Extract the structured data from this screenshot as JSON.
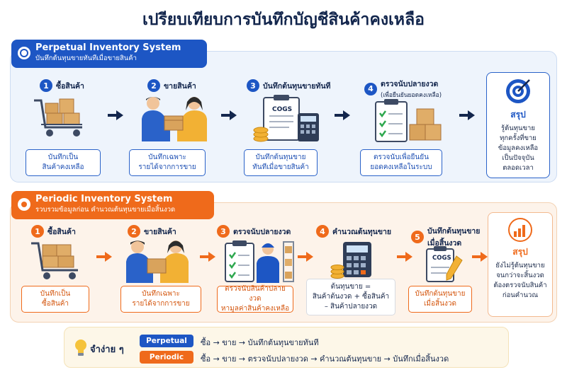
{
  "title": "เปรียบเทียบการบันทึกบัญชีสินค้าคงเหลือ",
  "perpetual": {
    "title": "Perpetual Inventory System",
    "subtitle": "บันทึกต้นทุนขายทันทีเมื่อขายสินค้า",
    "steps": [
      {
        "num": "1",
        "label": "ซื้อสินค้า",
        "caption_1": "บันทึกเป็น",
        "caption_2": "สินค้าคงเหลือ"
      },
      {
        "num": "2",
        "label": "ขายสินค้า",
        "caption_1": "บันทึกเฉพาะ",
        "caption_2": "รายได้จากการขาย"
      },
      {
        "num": "3",
        "label": "บันทึกต้นทุนขายทันที",
        "caption_1": "บันทึกต้นทุนขาย",
        "caption_2": "ทันทีเมื่อขายสินค้า"
      },
      {
        "num": "4",
        "label": "ตรวจนับปลายงวด",
        "sublabel": "(เพื่อยืนยันยอดคงเหลือ)",
        "caption_1": "ตรวจนับเพื่อยืนยัน",
        "caption_2": "ยอดคงเหลือในระบบ"
      }
    ],
    "cogs_label": "COGS",
    "summary_title": "สรุป",
    "summary_lines": [
      "รู้ต้นทุนขาย",
      "ทุกครั้งที่ขาย",
      "ข้อมูลคงเหลือ",
      "เป็นปัจจุบัน",
      "ตลอดเวลา"
    ]
  },
  "periodic": {
    "title": "Periodic Inventory System",
    "subtitle": "รวบรวมข้อมูลก่อน คำนวณต้นทุนขายเมื่อสิ้นงวด",
    "steps": [
      {
        "num": "1",
        "label": "ซื้อสินค้า",
        "caption_1": "บันทึกเป็น",
        "caption_2": "ซื้อสินค้า"
      },
      {
        "num": "2",
        "label": "ขายสินค้า",
        "caption_1": "บันทึกเฉพาะ",
        "caption_2": "รายได้จากการขาย"
      },
      {
        "num": "3",
        "label": "ตรวจนับปลายงวด",
        "caption_1": "ตรวจนับสินค้าปลายงวด",
        "caption_2": "หามูลค่าสินค้าคงเหลือ"
      },
      {
        "num": "4",
        "label": "คำนวณต้นทุนขาย",
        "caption_1": "ต้นทุนขาย =",
        "caption_2": "สินค้าต้นงวด + ซื้อสินค้า",
        "caption_3": "– สินค้าปลายงวด"
      },
      {
        "num": "5",
        "label": "บันทึกต้นทุนขาย",
        "label_2": "เมื่อสิ้นงวด",
        "caption_1": "บันทึกต้นทุนขาย",
        "caption_2": "เมื่อสิ้นงวด"
      }
    ],
    "cogs_label": "COGS",
    "summary_title": "สรุป",
    "summary_lines": [
      "ยังไม่รู้ต้นทุนขาย",
      "จนกว่าจะสิ้นงวด",
      "ต้องตรวจนับสินค้า",
      "ก่อนคำนวณ"
    ]
  },
  "memo": {
    "title": "จำง่าย ๆ",
    "perpetual_tag": "Perpetual",
    "perpetual_flow": "ซื้อ → ขาย → บันทึกต้นทุนขายทันที",
    "periodic_tag": "Periodic",
    "periodic_flow": "ซื้อ → ขาย → ตรวจนับปลายงวด → คำนวณต้นทุนขาย → บันทึกเมื่อสิ้นงวด"
  },
  "colors": {
    "blue": "#1d56c4",
    "orange": "#ef6a1b",
    "navy": "#13264d",
    "green": "#2fa84f"
  },
  "icons": [
    "shopping-cart-icon",
    "handshake-icon",
    "cogs-clipboard-icon",
    "calculator-icon",
    "coin-stack-icon",
    "checklist-icon",
    "box-stack-icon",
    "target-icon",
    "worker-icon",
    "pencil-icon",
    "bar-chart-icon",
    "lightbulb-icon"
  ]
}
